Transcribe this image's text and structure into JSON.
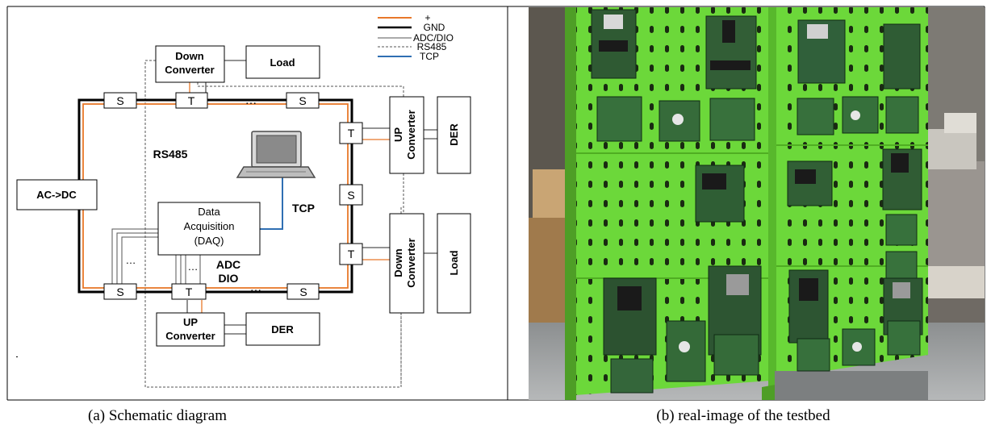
{
  "schematic": {
    "legend": {
      "plus": "+",
      "gnd": "GND",
      "adc_dio": "ADC/DIO",
      "rs485": "RS485",
      "tcp": "TCP"
    },
    "blocks": {
      "down_converter_top": [
        "Down",
        "Converter"
      ],
      "load_top": "Load",
      "ac_dc": "AC->DC",
      "daq": [
        "Data",
        "Acquisition",
        "(DAQ)"
      ],
      "up_converter_right": [
        "UP",
        "Converter"
      ],
      "der_right": "DER",
      "down_converter_right": [
        "Down",
        "Converter"
      ],
      "load_right": "Load",
      "up_converter_bottom": [
        "UP",
        "Converter"
      ],
      "der_bottom": "DER"
    },
    "nodes": {
      "switch": "S",
      "tap": "T",
      "ellipsis": "…"
    },
    "labels": {
      "rs485": "RS485",
      "tcp": "TCP",
      "adc": "ADC",
      "dio": "DIO"
    }
  },
  "colors": {
    "plus_line": "#e8782a",
    "gnd_line": "#000000",
    "tcp_line": "#2f6fb3",
    "panel_green": "#6cd83a"
  },
  "captions": {
    "left": "(a) Schematic diagram",
    "right": "(b) real-image of the testbed"
  }
}
